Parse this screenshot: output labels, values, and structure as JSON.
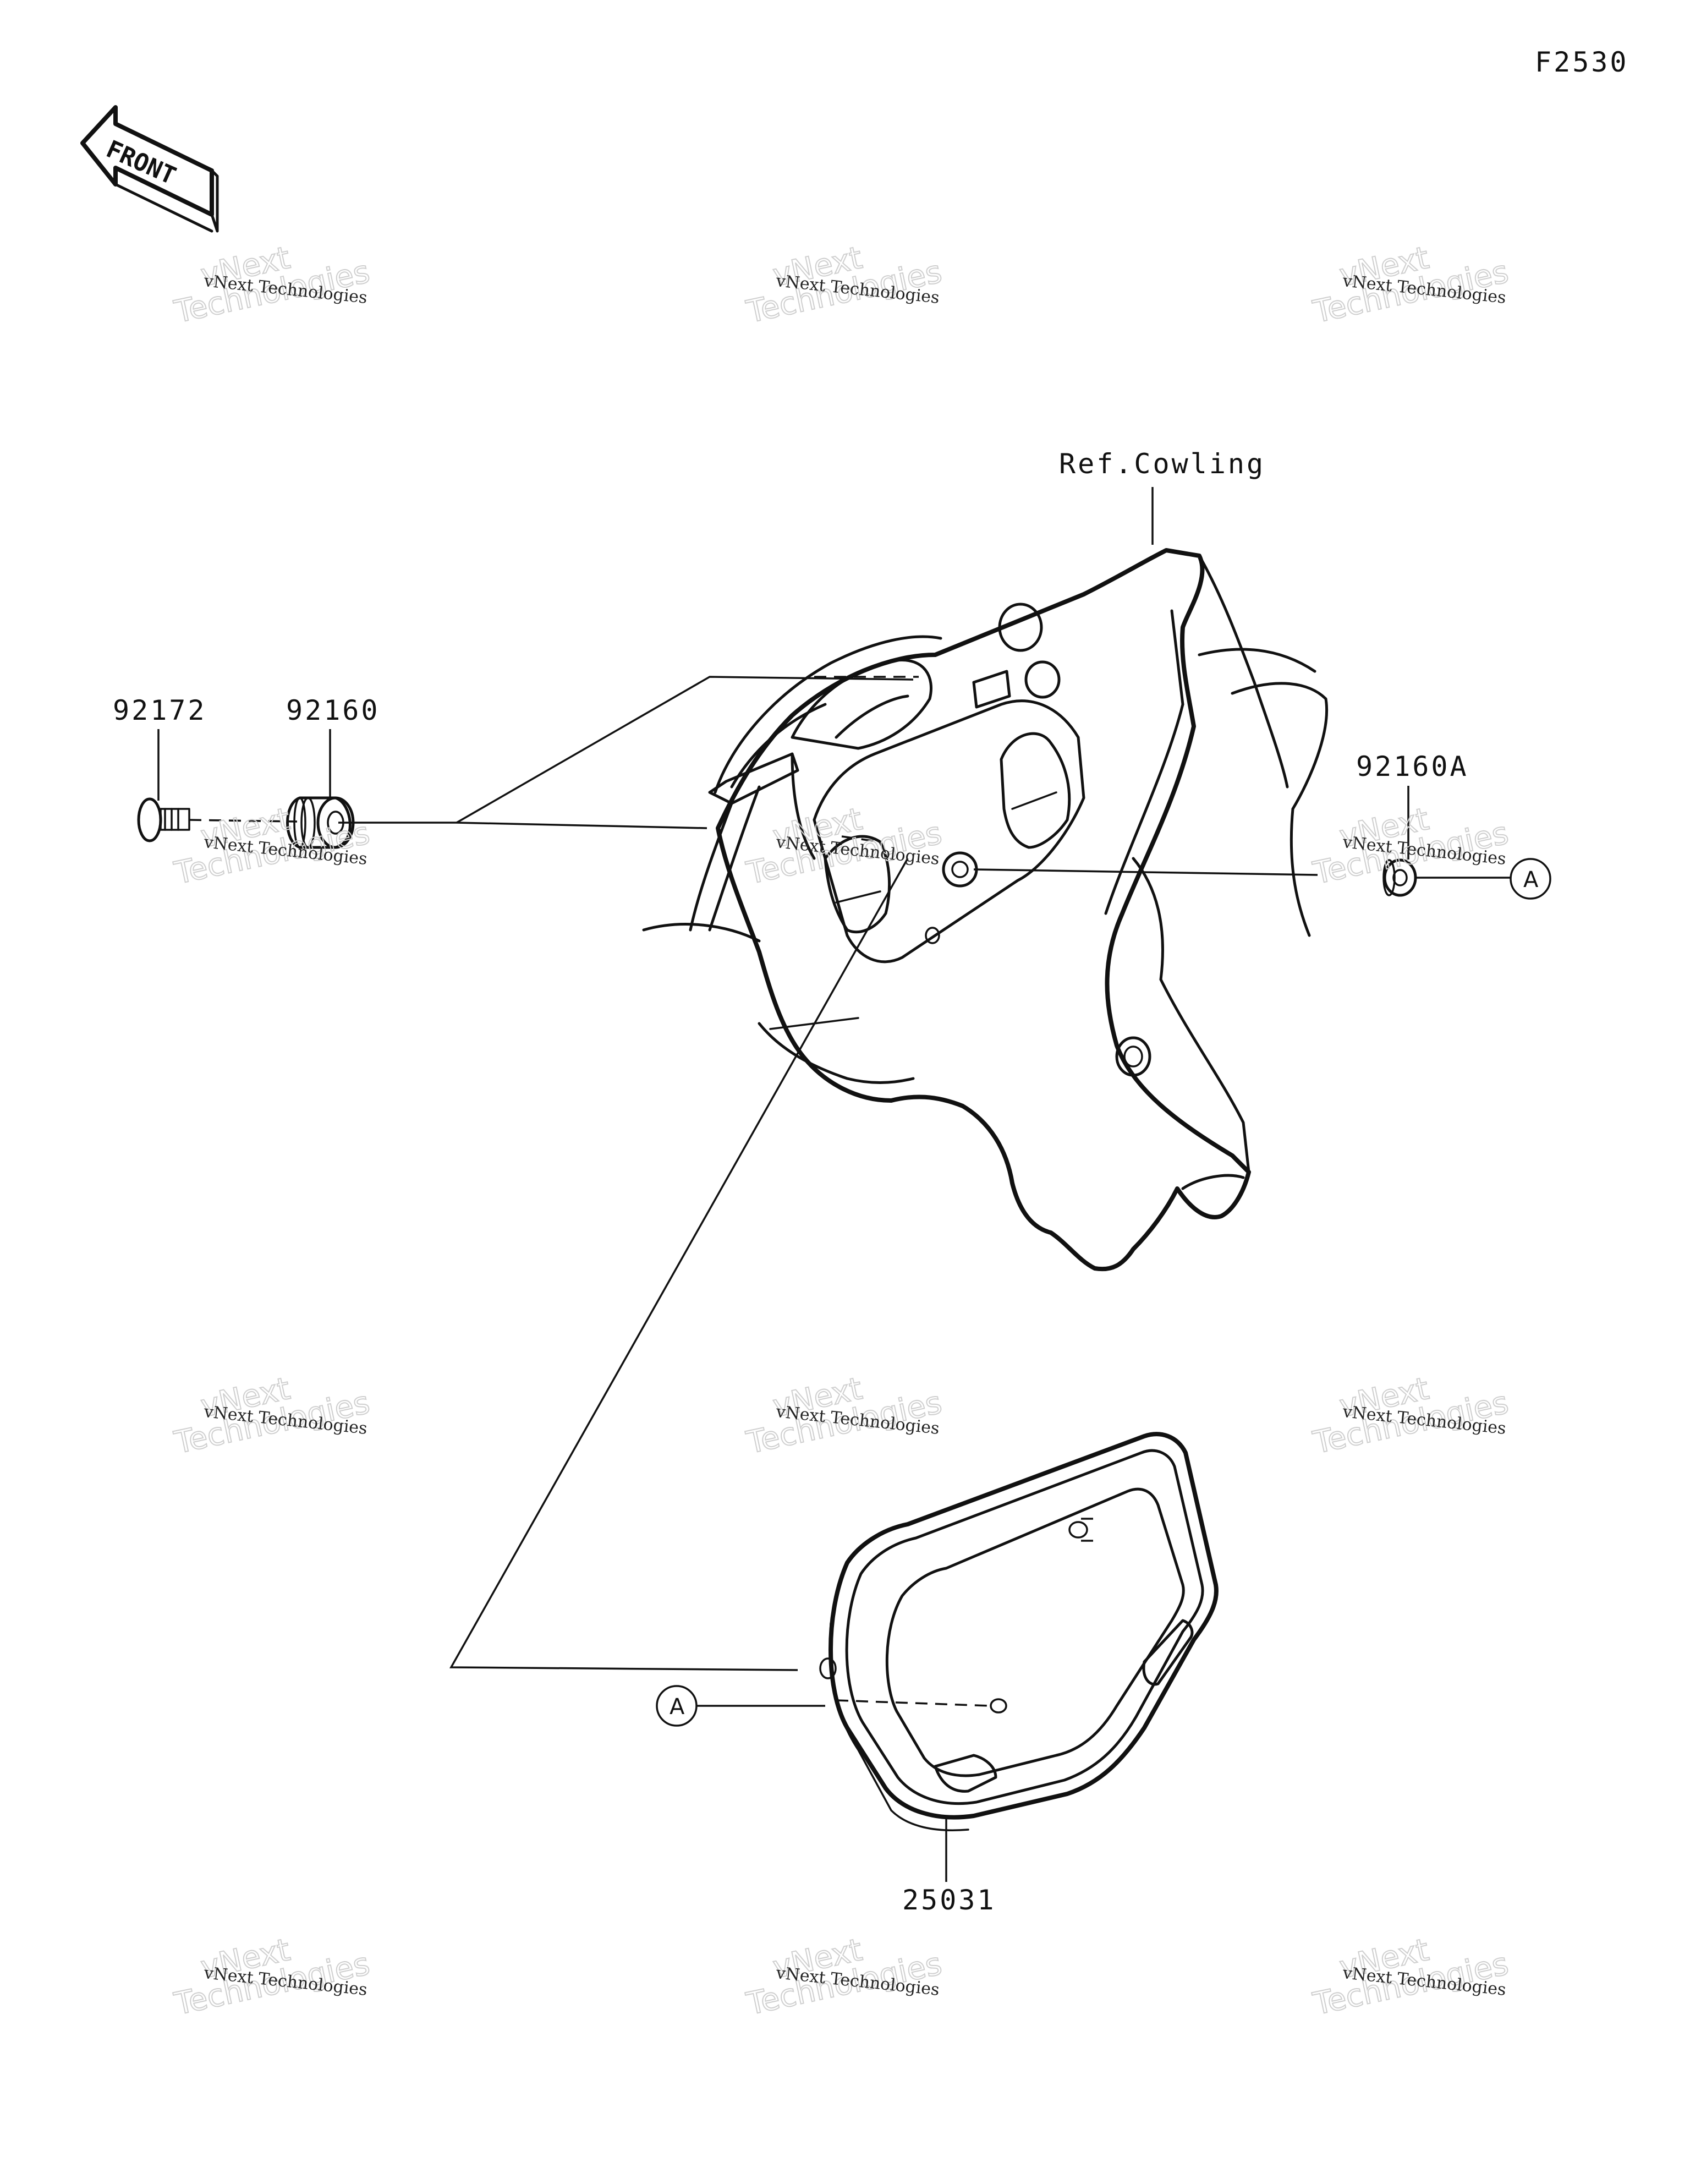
{
  "figure_id": "F2530",
  "front_arrow_label": "FRONT",
  "ref_label": "Ref.Cowling",
  "callout_ref": "A",
  "parts": [
    {
      "number": "92172"
    },
    {
      "number": "92160"
    },
    {
      "number": "92160A"
    },
    {
      "number": "25031"
    }
  ],
  "watermark": {
    "line1": "vNext Technologies",
    "line2": "vNext",
    "line3": "Technologies"
  }
}
